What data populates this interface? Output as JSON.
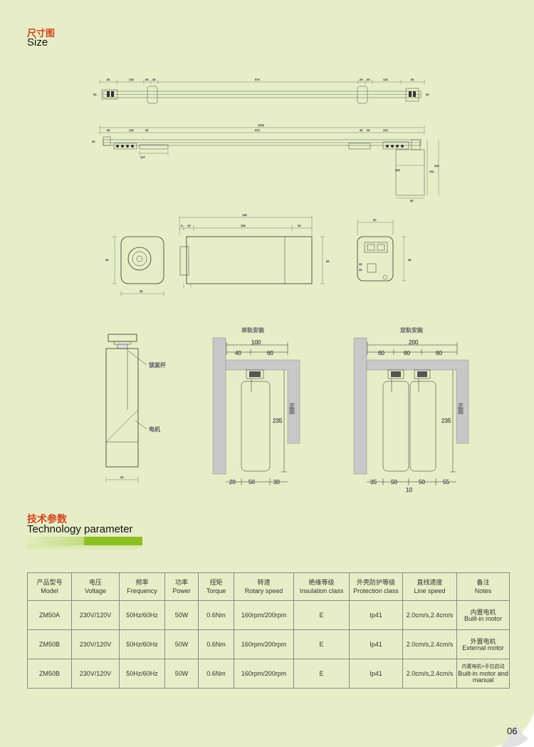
{
  "section1": {
    "title_cn": "尺寸图",
    "title_en": "Size"
  },
  "drawings": {
    "rail1": {
      "dims": [
        "80",
        "120",
        "30",
        "30",
        "874",
        "30",
        "30",
        "120",
        "80",
        "50",
        "50"
      ]
    },
    "rail2": {
      "dims": [
        "1200",
        "80",
        "120",
        "30",
        "874",
        "30",
        "30",
        "120",
        "127",
        "30",
        "240",
        "191",
        "230",
        "66"
      ]
    },
    "motor_end": {
      "dims": [
        "68",
        "56"
      ]
    },
    "motor_side": {
      "dims": [
        "199",
        "8",
        "15",
        "159",
        "30",
        "68"
      ]
    },
    "motor_head": {
      "dims": [
        "50",
        "68",
        "20",
        "35"
      ]
    },
    "motor_vertical": {
      "label_rod": "锁紧杆",
      "label_motor": "电机",
      "dim_width": "50"
    },
    "single_track": {
      "title": "单轨安装",
      "d_total": "100",
      "d_left": "40",
      "d_right": "60",
      "d_height": "235",
      "d_b1": "20",
      "d_b2": "50",
      "d_b3": "30",
      "front_label": "正面"
    },
    "double_track": {
      "title": "双轨安装",
      "d_total": "200",
      "d_a": "60",
      "d_b": "60",
      "d_c": "80",
      "d_height": "235",
      "d_b1": "35",
      "d_b2": "50",
      "d_b3": "50",
      "d_b4": "55",
      "d_mid": "10",
      "front_label": "正面"
    }
  },
  "section2": {
    "title_cn": "技术参数",
    "title_en": "Technology parameter"
  },
  "table": {
    "headers": [
      {
        "cn": "产品型号",
        "en": "Model"
      },
      {
        "cn": "电压",
        "en": "Voltage"
      },
      {
        "cn": "频率",
        "en": "Frequency"
      },
      {
        "cn": "功率",
        "en": "Power"
      },
      {
        "cn": "扭矩",
        "en": "Torque"
      },
      {
        "cn": "转速",
        "en": "Rotary speed"
      },
      {
        "cn": "绝缘等级",
        "en": "Insulation class"
      },
      {
        "cn": "外壳防护等级",
        "en": "Protection class"
      },
      {
        "cn": "直线速度",
        "en": "Line speed"
      },
      {
        "cn": "备注",
        "en": "Notes"
      }
    ],
    "rows": [
      {
        "model": "ZM50A",
        "voltage": "230V/120V",
        "frequency": "50Hz/60Hz",
        "power": "50W",
        "torque": "0.6Nm",
        "speed": "160rpm/200rpm",
        "insulation": "E",
        "protection": "Ip41",
        "line_speed": "2.0cm/s,2.4cm/s",
        "note_cn": "内置电机",
        "note_en": "Built-in motor"
      },
      {
        "model": "ZM50B",
        "voltage": "230V/120V",
        "frequency": "50Hz/60Hz",
        "power": "50W",
        "torque": "0.6Nm",
        "speed": "160rpm/200rpm",
        "insulation": "E",
        "protection": "Ip41",
        "line_speed": "2.0cm/s,2.4cm/s",
        "note_cn": "外置电机",
        "note_en": "External motor"
      },
      {
        "model": "ZM50B",
        "voltage": "230V/120V",
        "frequency": "50Hz/60Hz",
        "power": "50W",
        "torque": "0.6Nm",
        "speed": "160rpm/200rpm",
        "insulation": "E",
        "protection": "Ip41",
        "line_speed": "2.0cm/s,2.4cm/s",
        "note_cn": "内置电机+手拉启动",
        "note_en": "Built-in motor and manual"
      }
    ]
  },
  "page_number": "06",
  "colors": {
    "background": "#e7eec7",
    "title_cn": "#d2451e",
    "accent_bar": "#8cbf22"
  }
}
